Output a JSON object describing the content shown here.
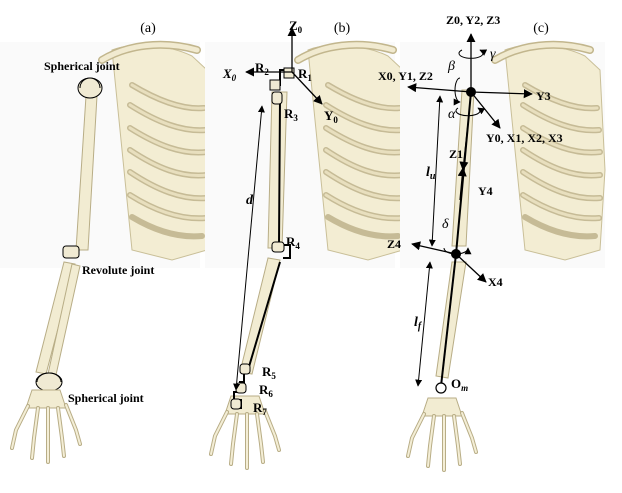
{
  "panels": [
    {
      "id": "a",
      "label": "(a)"
    },
    {
      "id": "b",
      "label": "(b)"
    },
    {
      "id": "c",
      "label": "(c)"
    }
  ],
  "panel_a": {
    "joint_top": "Spherical joint",
    "joint_mid": "Revolute joint",
    "joint_bottom": "Spherical joint"
  },
  "panel_b": {
    "z0": "Z",
    "z0_sub": "0",
    "x0": "X",
    "x0_sub": "0",
    "y0": "Y",
    "y0_sub": "0",
    "d": "d",
    "r1": "R",
    "r1_sub": "1",
    "r2": "R",
    "r2_sub": "2",
    "r3": "R",
    "r3_sub": "3",
    "r4": "R",
    "r4_sub": "4",
    "r5": "R",
    "r5_sub": "5",
    "r6": "R",
    "r6_sub": "6",
    "r7": "R",
    "r7_sub": "7"
  },
  "panel_c": {
    "top_frame": "Z0, Y2, Z3",
    "left_frame": "X0, Y1, Z2",
    "y3": "Y3",
    "right_frame": "Y0, X1, X2, X3",
    "z1": "Z1",
    "y4": "Y4",
    "z4": "Z4",
    "x4": "X4",
    "lu": "l",
    "lu_sub": "u",
    "lf": "l",
    "lf_sub": "f",
    "om": "O",
    "om_sub": "m",
    "alpha": "α",
    "beta": "β",
    "gamma": "γ",
    "delta": "δ"
  },
  "colors": {
    "bone_fill": "#f2ecd2",
    "bone_stroke": "#b8ad86",
    "rib_fill": "#eee6c6",
    "line": "#000000"
  }
}
